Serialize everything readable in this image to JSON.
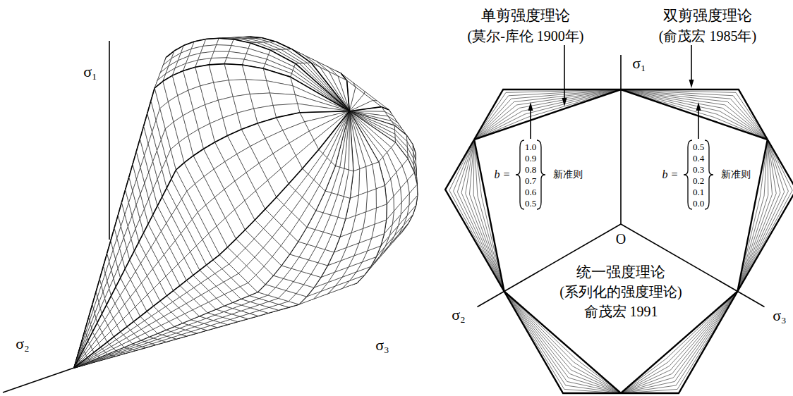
{
  "diagram": {
    "labels": [
      "σ₁",
      "σ₂",
      "σ₃",
      "单剪强度理论",
      "(莫尔-库伦 1900年)",
      "双剪强度理论",
      "(俞茂宏 1985年)",
      "σ₁",
      "b =",
      "1.0",
      "0.9",
      "0.8",
      "0.7",
      "0.6",
      "0.5",
      "新准则",
      "b =",
      "0.5",
      "0.4",
      "0.3",
      "0.2",
      "0.1",
      "0.0",
      "新准则",
      "O",
      "统一强度理论",
      "(系列化的强度理论)",
      "俞茂宏 1991",
      "σ₂",
      "σ₃"
    ]
  }
}
